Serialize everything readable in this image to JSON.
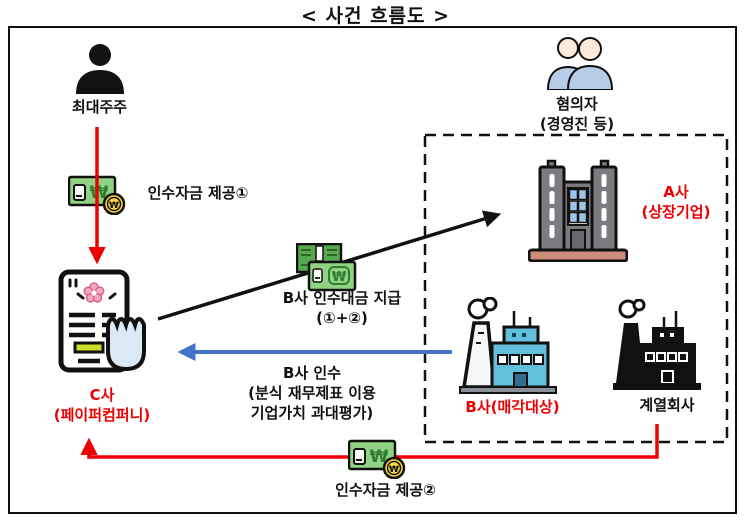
{
  "title": "< 사건 흐름도 >",
  "colors": {
    "accent-red": "#ee0000",
    "arrow-blue": "#4472c4",
    "bill-green": "#90d383",
    "bill-green-dark": "#2f7d32",
    "bill-back-green": "#57a84e",
    "coin-yellow": "#ffd83b",
    "building-gray": "#7d7a80",
    "building-base": "#cf8d7c",
    "window-blue": "#9dc3e6",
    "factory-blue": "#63c0dd",
    "factory-door": "#2f6f8f",
    "chimney-white": "#f4f6f7",
    "skin": "#fde9d9",
    "person-blue": "#b7cce6",
    "highlight-green": "#cbdb2a",
    "paper-curl": "#dbe9f6",
    "flower-pink": "#f4a7c3"
  },
  "icons": {
    "won": "₩"
  },
  "nodes": {
    "shareholder": {
      "label": "최대주주"
    },
    "suspects": {
      "line1": "혐의자",
      "line2": "(경영진 등)"
    },
    "company_c": {
      "line1": "C사",
      "line2": "(페이퍼컴퍼니)"
    },
    "company_a": {
      "line1": "A사",
      "line2": "(상장기업)"
    },
    "company_b": {
      "label": "B사(매각대상)"
    },
    "affiliate": {
      "label": "계열회사"
    }
  },
  "edges": {
    "funds1": {
      "label": "인수자금 제공①"
    },
    "payment": {
      "line1": "B사 인수대금 지급",
      "line2": "(①+②)"
    },
    "acquisition": {
      "line1": "B사 인수",
      "line2": "(분식 재무제표 이용",
      "line3": "기업가치 과대평가)"
    },
    "funds2": {
      "label": "인수자금 제공②"
    }
  }
}
